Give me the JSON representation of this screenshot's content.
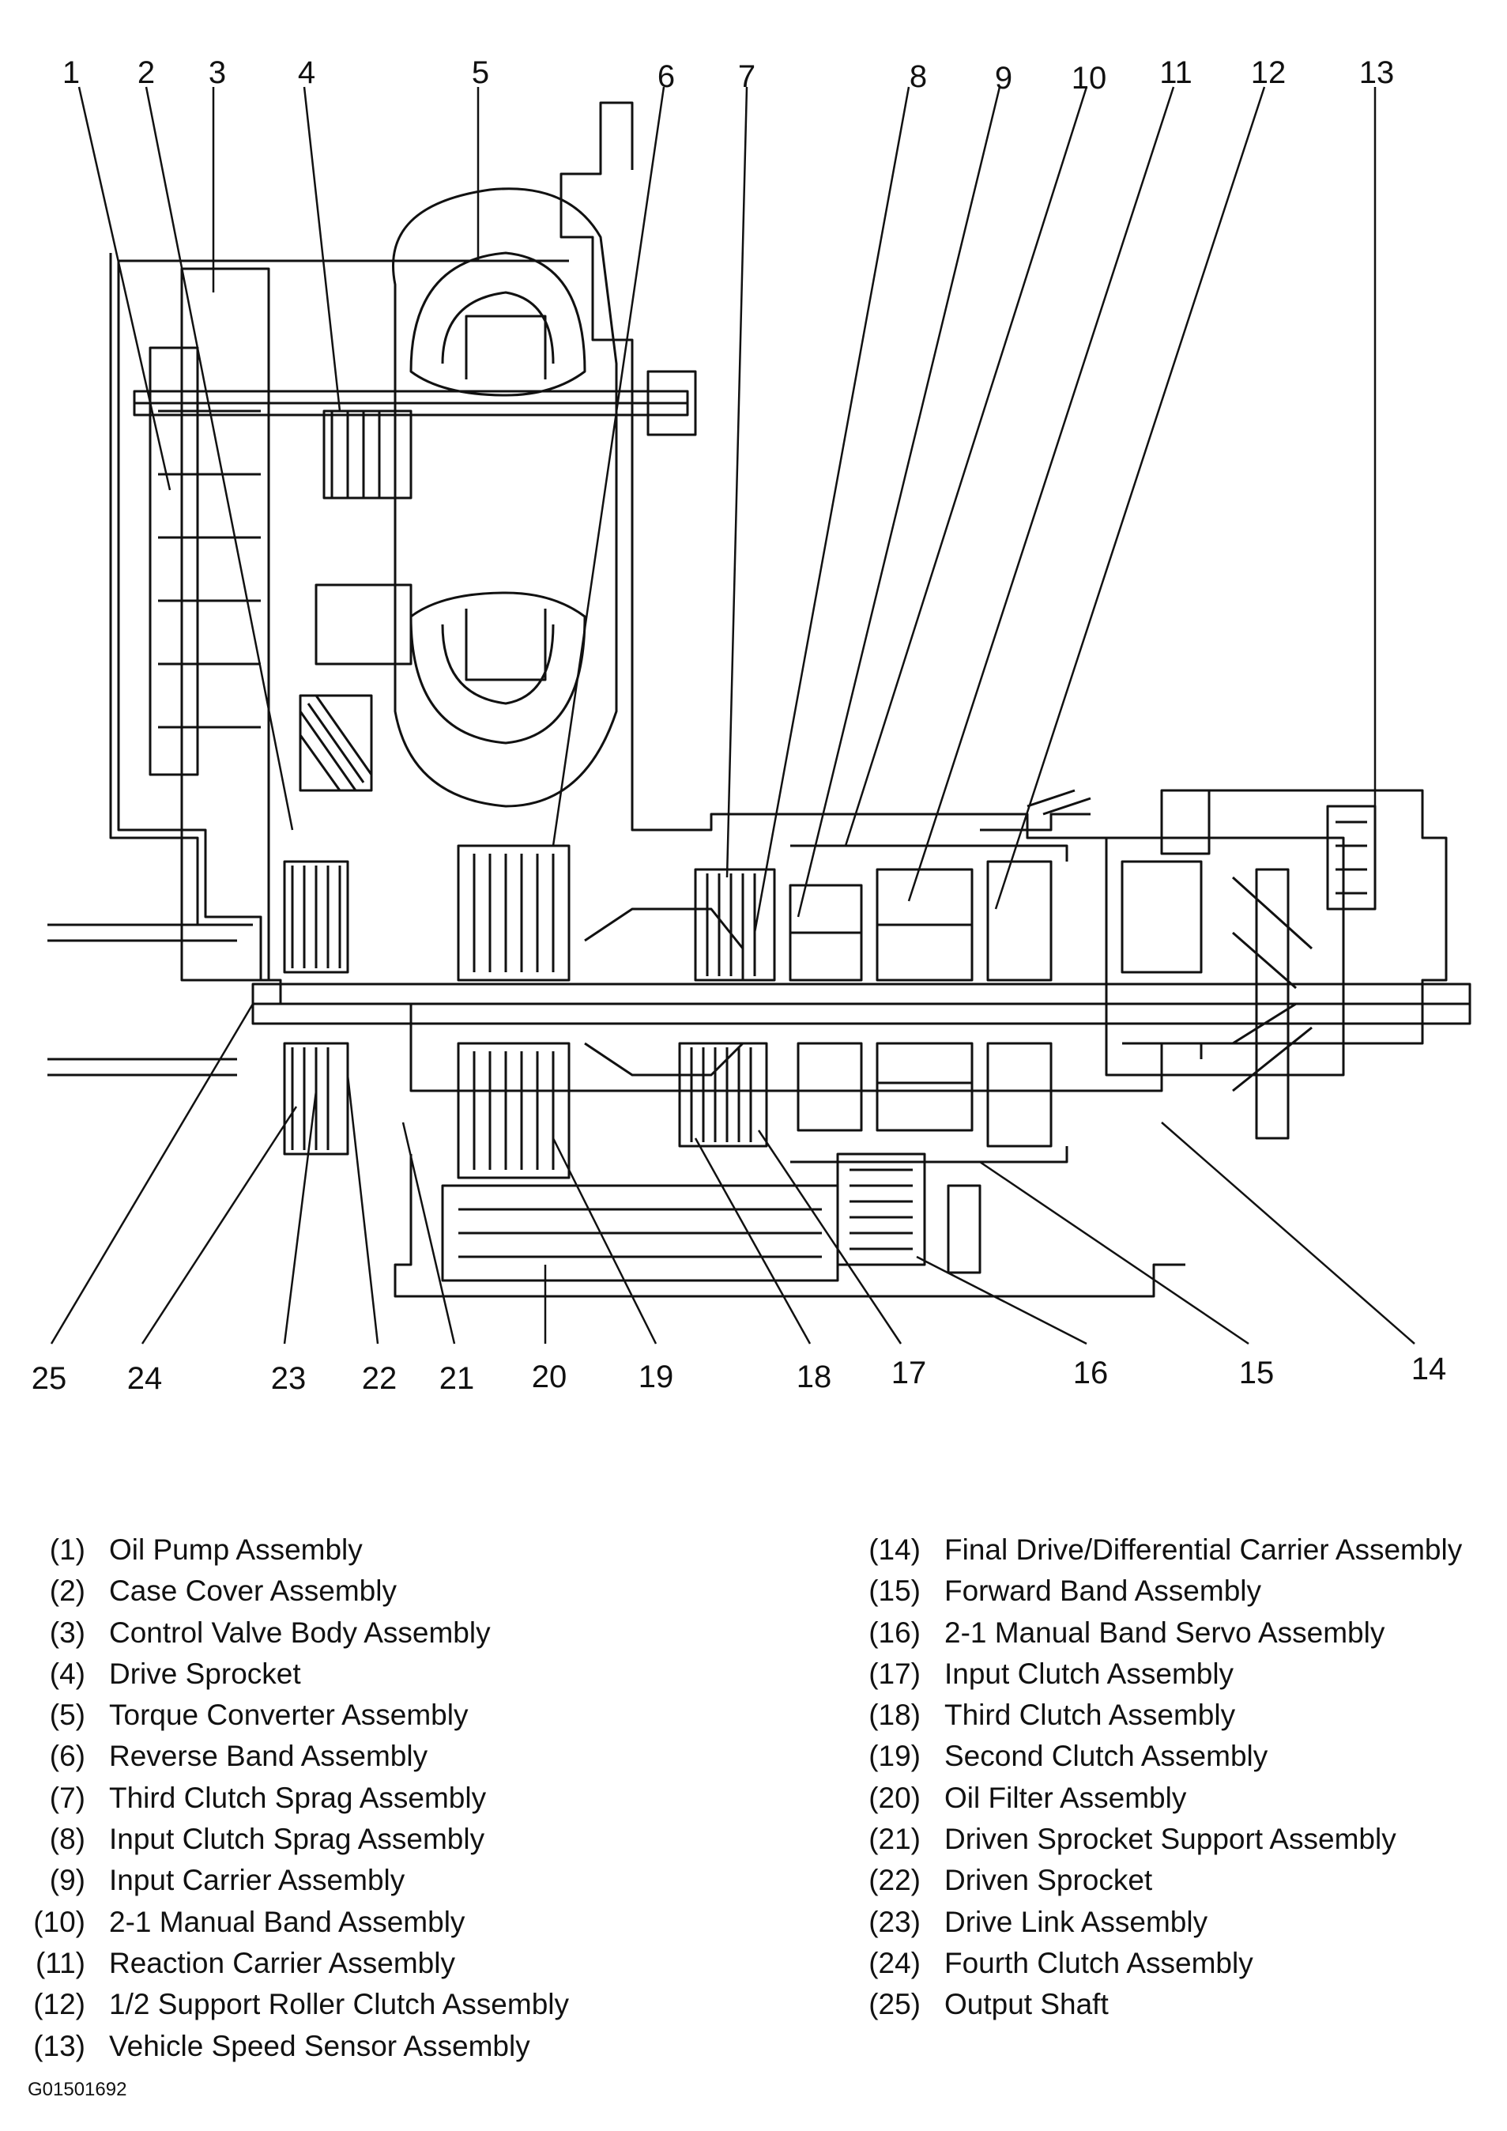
{
  "callouts": {
    "top": [
      "1",
      "2",
      "3",
      "4",
      "5",
      "6",
      "7",
      "8",
      "9",
      "10",
      "11",
      "12",
      "13"
    ],
    "bottom": [
      "25",
      "24",
      "23",
      "22",
      "21",
      "20",
      "19",
      "18",
      "17",
      "16",
      "15",
      "14"
    ]
  },
  "legend": {
    "left": [
      {
        "num": "(1)",
        "label": "Oil Pump Assembly"
      },
      {
        "num": "(2)",
        "label": "Case Cover Assembly"
      },
      {
        "num": "(3)",
        "label": "Control Valve Body Assembly"
      },
      {
        "num": "(4)",
        "label": "Drive Sprocket"
      },
      {
        "num": "(5)",
        "label": "Torque Converter Assembly"
      },
      {
        "num": "(6)",
        "label": "Reverse Band Assembly"
      },
      {
        "num": "(7)",
        "label": "Third Clutch Sprag Assembly"
      },
      {
        "num": "(8)",
        "label": "Input Clutch Sprag Assembly"
      },
      {
        "num": "(9)",
        "label": "Input Carrier Assembly"
      },
      {
        "num": "(10)",
        "label": "2-1 Manual Band Assembly"
      },
      {
        "num": "(11)",
        "label": "Reaction Carrier Assembly"
      },
      {
        "num": "(12)",
        "label": "1/2 Support Roller Clutch Assembly"
      },
      {
        "num": "(13)",
        "label": "Vehicle Speed Sensor Assembly"
      }
    ],
    "right": [
      {
        "num": "(14)",
        "label": "Final Drive/Differential Carrier Assembly"
      },
      {
        "num": "(15)",
        "label": "Forward Band Assembly"
      },
      {
        "num": "(16)",
        "label": "2-1 Manual Band Servo Assembly"
      },
      {
        "num": "(17)",
        "label": "Input Clutch Assembly"
      },
      {
        "num": "(18)",
        "label": "Third Clutch Assembly"
      },
      {
        "num": "(19)",
        "label": "Second Clutch Assembly"
      },
      {
        "num": "(20)",
        "label": "Oil Filter Assembly"
      },
      {
        "num": "(21)",
        "label": "Driven Sprocket Support Assembly"
      },
      {
        "num": "(22)",
        "label": "Driven Sprocket"
      },
      {
        "num": "(23)",
        "label": "Drive Link Assembly"
      },
      {
        "num": "(24)",
        "label": "Fourth Clutch Assembly"
      },
      {
        "num": "(25)",
        "label": "Output Shaft"
      }
    ]
  },
  "figure_code": "G01501692",
  "colors": {
    "ink": "#111111",
    "paper": "#ffffff"
  }
}
